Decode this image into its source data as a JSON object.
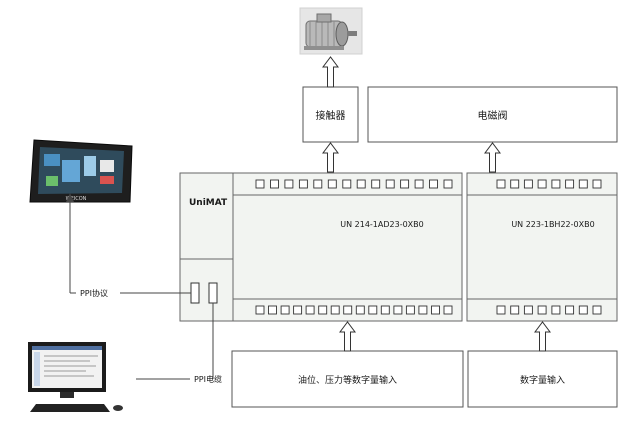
{
  "motor": {
    "icon": "electric-motor-icon"
  },
  "hmi": {
    "icon": "hmi-touch-panel-icon",
    "brand": "WEICON"
  },
  "computer": {
    "icon": "desktop-computer-icon"
  },
  "contactor": {
    "label": "接触器"
  },
  "solenoid_valve": {
    "label": "电磁阀"
  },
  "plc": {
    "brand": "UniMAT",
    "cpu_model": "UN 214-1AD23-0XB0",
    "expansion_model": "UN 223-1BH22-0XB0",
    "cpu_top_terminals": 14,
    "cpu_bottom_terminals": 16,
    "expansion_top_terminals": 8,
    "expansion_bottom_terminals": 8
  },
  "inputs": {
    "cpu_input_label": "油位、压力等数字量输入",
    "expansion_input_label": "数字量输入"
  },
  "connections": {
    "ppi_protocol": "PPI协议",
    "ppi_cable": "PPI电缆"
  }
}
